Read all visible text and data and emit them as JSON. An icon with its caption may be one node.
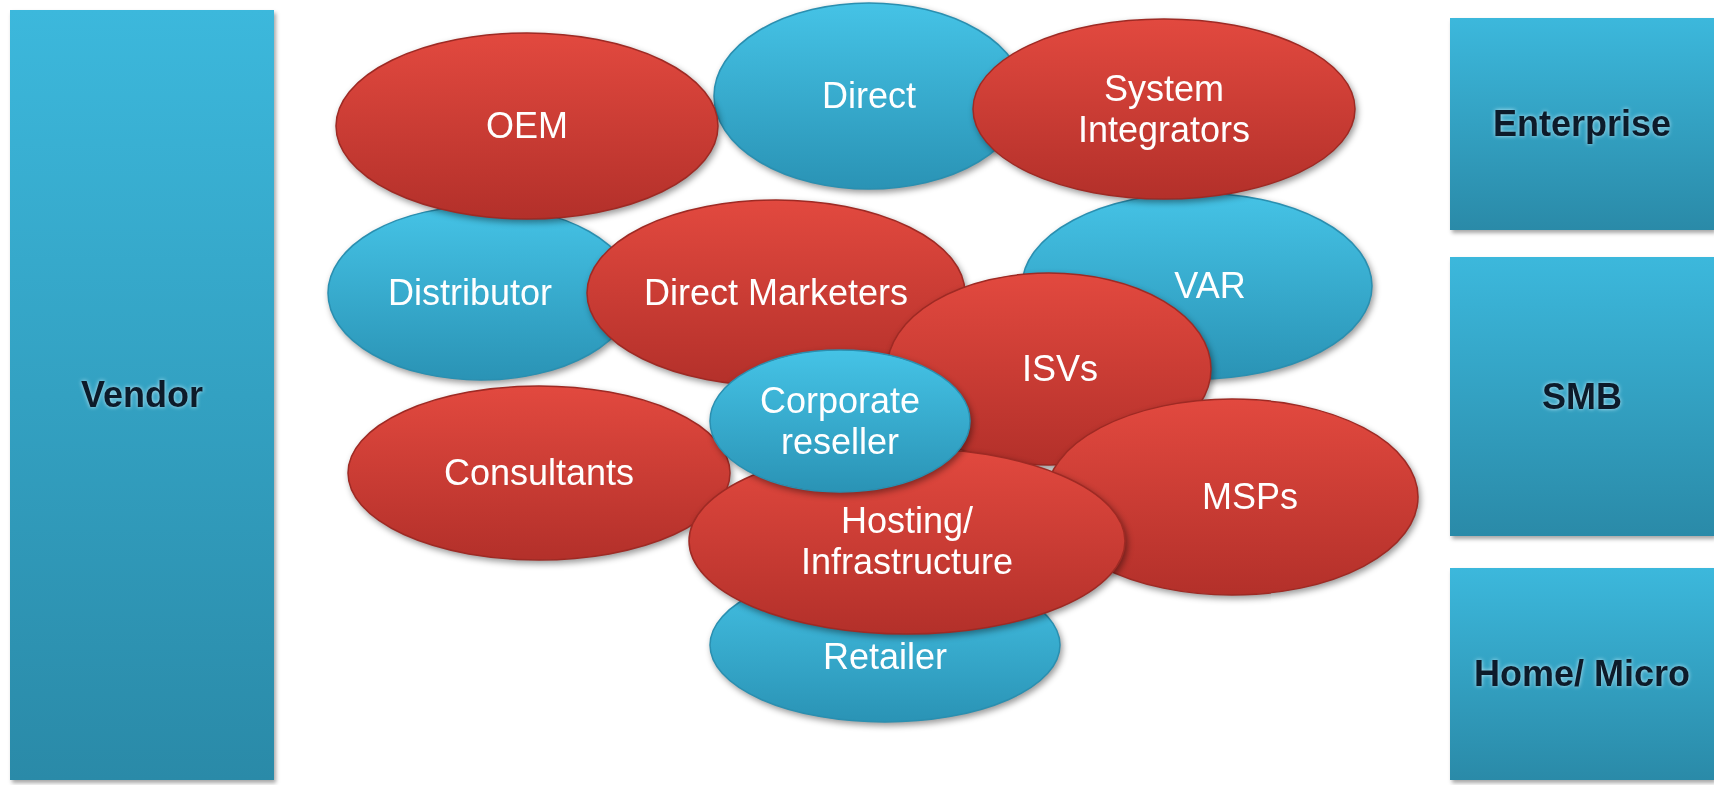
{
  "diagram": {
    "nodes": [
      {
        "text": [
          "Vendor"
        ]
      },
      {
        "text": [
          "Direct"
        ]
      },
      {
        "text": [
          "OEM"
        ]
      },
      {
        "text": [
          "System Integrators"
        ]
      },
      {
        "text": [
          "Enterprise"
        ]
      },
      {
        "text": [
          "Distributor"
        ]
      },
      {
        "text": [
          "Direct Marketers"
        ]
      },
      {
        "text": [
          "VAR"
        ]
      },
      {
        "text": [
          "ISVs"
        ]
      },
      {
        "text": [
          "SMB"
        ]
      },
      {
        "text": [
          "Corporate reseller"
        ]
      },
      {
        "text": [
          "Consultants"
        ]
      },
      {
        "text": [
          "MSPs"
        ]
      },
      {
        "text": [
          "Hosting/ Infrastructure"
        ]
      },
      {
        "text": [
          "Retailer"
        ]
      },
      {
        "text": [
          "Home/ Micro"
        ]
      }
    ]
  }
}
